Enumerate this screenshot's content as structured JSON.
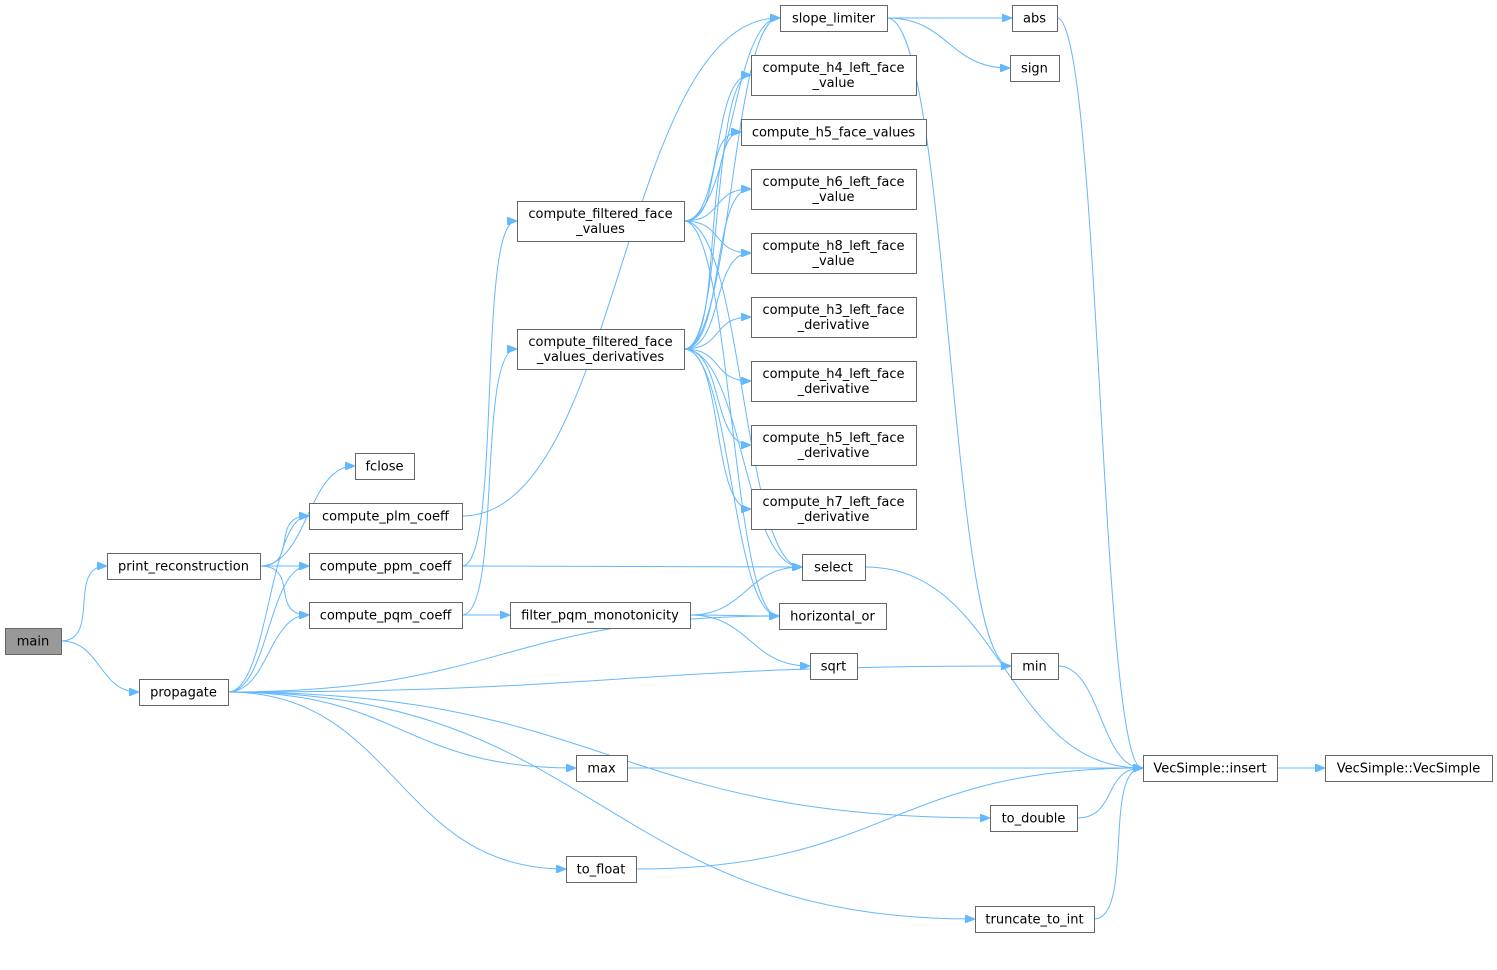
{
  "graph": {
    "edge_color": "#63b8ff",
    "root_fill": "#999999",
    "node_stroke": "#666666",
    "nodes": [
      {
        "id": "main",
        "lines": [
          "main"
        ],
        "root": true
      },
      {
        "id": "print_reconstruction",
        "lines": [
          "print_reconstruction"
        ]
      },
      {
        "id": "propagate",
        "lines": [
          "propagate"
        ]
      },
      {
        "id": "fclose",
        "lines": [
          "fclose"
        ]
      },
      {
        "id": "compute_plm_coeff",
        "lines": [
          "compute_plm_coeff"
        ]
      },
      {
        "id": "compute_ppm_coeff",
        "lines": [
          "compute_ppm_coeff"
        ]
      },
      {
        "id": "compute_pqm_coeff",
        "lines": [
          "compute_pqm_coeff"
        ]
      },
      {
        "id": "compute_filtered_face_values",
        "lines": [
          "compute_filtered_face",
          "_values"
        ]
      },
      {
        "id": "compute_filtered_face_values_derivatives",
        "lines": [
          "compute_filtered_face",
          "_values_derivatives"
        ]
      },
      {
        "id": "filter_pqm_monotonicity",
        "lines": [
          "filter_pqm_monotonicity"
        ]
      },
      {
        "id": "max",
        "lines": [
          "max"
        ]
      },
      {
        "id": "to_float",
        "lines": [
          "to_float"
        ]
      },
      {
        "id": "slope_limiter",
        "lines": [
          "slope_limiter"
        ]
      },
      {
        "id": "compute_h4_left_face_value",
        "lines": [
          "compute_h4_left_face",
          "_value"
        ]
      },
      {
        "id": "compute_h5_face_values",
        "lines": [
          "compute_h5_face_values"
        ]
      },
      {
        "id": "compute_h6_left_face_value",
        "lines": [
          "compute_h6_left_face",
          "_value"
        ]
      },
      {
        "id": "compute_h8_left_face_value",
        "lines": [
          "compute_h8_left_face",
          "_value"
        ]
      },
      {
        "id": "compute_h3_left_face_derivative",
        "lines": [
          "compute_h3_left_face",
          "_derivative"
        ]
      },
      {
        "id": "compute_h4_left_face_derivative",
        "lines": [
          "compute_h4_left_face",
          "_derivative"
        ]
      },
      {
        "id": "compute_h5_left_face_derivative",
        "lines": [
          "compute_h5_left_face",
          "_derivative"
        ]
      },
      {
        "id": "compute_h7_left_face_derivative",
        "lines": [
          "compute_h7_left_face",
          "_derivative"
        ]
      },
      {
        "id": "select",
        "lines": [
          "select"
        ]
      },
      {
        "id": "horizontal_or",
        "lines": [
          "horizontal_or"
        ]
      },
      {
        "id": "sqrt",
        "lines": [
          "sqrt"
        ]
      },
      {
        "id": "abs",
        "lines": [
          "abs"
        ]
      },
      {
        "id": "sign",
        "lines": [
          "sign"
        ]
      },
      {
        "id": "min",
        "lines": [
          "min"
        ]
      },
      {
        "id": "to_double",
        "lines": [
          "to_double"
        ]
      },
      {
        "id": "truncate_to_int",
        "lines": [
          "truncate_to_int"
        ]
      },
      {
        "id": "vecsimple_insert",
        "lines": [
          "VecSimple::insert"
        ]
      },
      {
        "id": "vecsimple_vecsimple",
        "lines": [
          "VecSimple::VecSimple"
        ]
      }
    ],
    "edges": [
      [
        "main",
        "print_reconstruction"
      ],
      [
        "main",
        "propagate"
      ],
      [
        "print_reconstruction",
        "fclose"
      ],
      [
        "print_reconstruction",
        "compute_plm_coeff"
      ],
      [
        "print_reconstruction",
        "compute_ppm_coeff"
      ],
      [
        "print_reconstruction",
        "compute_pqm_coeff"
      ],
      [
        "propagate",
        "compute_plm_coeff"
      ],
      [
        "propagate",
        "compute_ppm_coeff"
      ],
      [
        "propagate",
        "compute_pqm_coeff"
      ],
      [
        "propagate",
        "horizontal_or"
      ],
      [
        "propagate",
        "min"
      ],
      [
        "propagate",
        "max"
      ],
      [
        "propagate",
        "to_double"
      ],
      [
        "propagate",
        "to_float"
      ],
      [
        "propagate",
        "truncate_to_int"
      ],
      [
        "compute_plm_coeff",
        "slope_limiter"
      ],
      [
        "compute_ppm_coeff",
        "compute_filtered_face_values"
      ],
      [
        "compute_ppm_coeff",
        "select"
      ],
      [
        "compute_pqm_coeff",
        "compute_filtered_face_values_derivatives"
      ],
      [
        "compute_pqm_coeff",
        "filter_pqm_monotonicity"
      ],
      [
        "compute_filtered_face_values",
        "slope_limiter"
      ],
      [
        "compute_filtered_face_values",
        "compute_h4_left_face_value"
      ],
      [
        "compute_filtered_face_values",
        "compute_h5_face_values"
      ],
      [
        "compute_filtered_face_values",
        "compute_h6_left_face_value"
      ],
      [
        "compute_filtered_face_values",
        "compute_h8_left_face_value"
      ],
      [
        "compute_filtered_face_values",
        "select"
      ],
      [
        "compute_filtered_face_values",
        "horizontal_or"
      ],
      [
        "compute_filtered_face_values_derivatives",
        "slope_limiter"
      ],
      [
        "compute_filtered_face_values_derivatives",
        "compute_h4_left_face_value"
      ],
      [
        "compute_filtered_face_values_derivatives",
        "compute_h5_face_values"
      ],
      [
        "compute_filtered_face_values_derivatives",
        "compute_h6_left_face_value"
      ],
      [
        "compute_filtered_face_values_derivatives",
        "compute_h8_left_face_value"
      ],
      [
        "compute_filtered_face_values_derivatives",
        "compute_h3_left_face_derivative"
      ],
      [
        "compute_filtered_face_values_derivatives",
        "compute_h4_left_face_derivative"
      ],
      [
        "compute_filtered_face_values_derivatives",
        "compute_h5_left_face_derivative"
      ],
      [
        "compute_filtered_face_values_derivatives",
        "compute_h7_left_face_derivative"
      ],
      [
        "compute_filtered_face_values_derivatives",
        "select"
      ],
      [
        "compute_filtered_face_values_derivatives",
        "horizontal_or"
      ],
      [
        "filter_pqm_monotonicity",
        "select"
      ],
      [
        "filter_pqm_monotonicity",
        "horizontal_or"
      ],
      [
        "filter_pqm_monotonicity",
        "sqrt"
      ],
      [
        "slope_limiter",
        "abs"
      ],
      [
        "slope_limiter",
        "sign"
      ],
      [
        "slope_limiter",
        "min"
      ],
      [
        "abs",
        "vecsimple_insert"
      ],
      [
        "select",
        "vecsimple_insert"
      ],
      [
        "min",
        "vecsimple_insert"
      ],
      [
        "max",
        "vecsimple_insert"
      ],
      [
        "to_double",
        "vecsimple_insert"
      ],
      [
        "to_float",
        "vecsimple_insert"
      ],
      [
        "truncate_to_int",
        "vecsimple_insert"
      ],
      [
        "vecsimple_insert",
        "vecsimple_vecsimple"
      ]
    ]
  }
}
